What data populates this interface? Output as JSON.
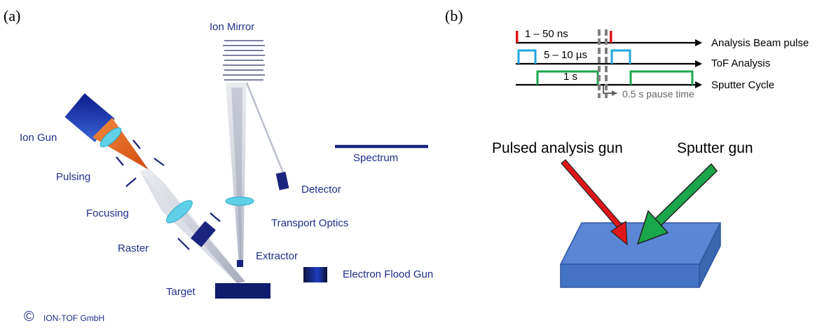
{
  "panel_a": {
    "label": "(a)",
    "components": {
      "ion_mirror": "Ion Mirror",
      "ion_gun": "Ion Gun",
      "pulsing": "Pulsing",
      "focusing": "Focusing",
      "raster": "Raster",
      "target": "Target",
      "extractor": "Extractor",
      "transport_optics": "Transport Optics",
      "detector": "Detector",
      "spectrum": "Spectrum",
      "electron_flood_gun": "Electron Flood Gun"
    },
    "copyright": "ION-TOF GmbH",
    "copyright_symbol": "©",
    "colors": {
      "label_text": "#1e2f8a",
      "gun_orange": "#e8641e",
      "lens_cyan": "#5fd0e6",
      "component_blue": "#1a237e"
    }
  },
  "panel_b": {
    "label": "(b)",
    "timing": {
      "lines": [
        "Analysis Beam pulse",
        "ToF Analysis",
        "Sputter Cycle"
      ],
      "pulse_width": "1 – 50 ns",
      "tof_time": "5 – 10 µs",
      "sputter_time": "1 s",
      "pause": "0.5 s pause time"
    },
    "schematic": {
      "pulsed_gun": "Pulsed analysis gun",
      "sputter_gun": "Sputter gun"
    },
    "colors": {
      "pulse_red": "#e0161b",
      "tof_blue": "#1fa8e0",
      "sputter_green": "#1aa64a",
      "sample_blue": "#4472c4"
    }
  }
}
